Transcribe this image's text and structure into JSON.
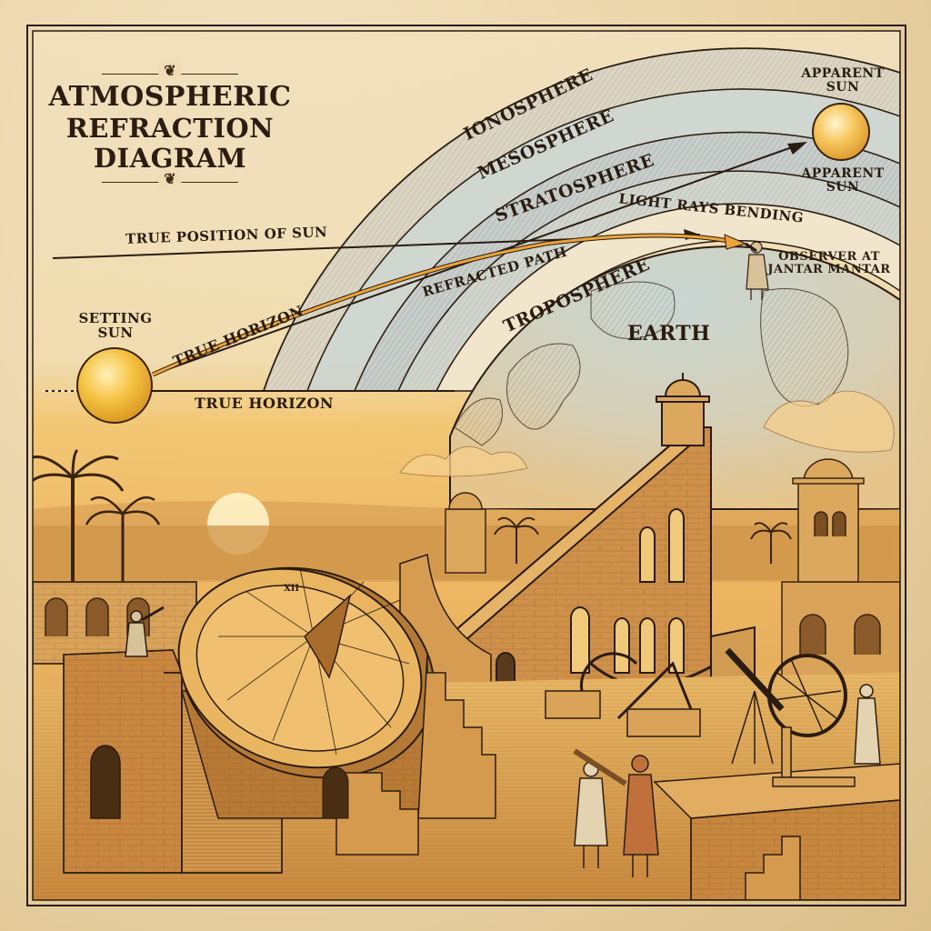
{
  "title": {
    "line1": "ATMOSPHERIC",
    "line2": "REFRACTION",
    "line3": "DIAGRAM"
  },
  "layers": {
    "ionosphere": "IONOSPHERE",
    "mesosphere": "MESOSPHERE",
    "stratosphere": "STRATOSPHERE",
    "troposphere": "TROPOSPHERE"
  },
  "labels": {
    "true_position_of_sun": "TRUE POSITION OF SUN",
    "light_rays_bending": "LIGHT RAYS BENDING",
    "refracted_path": "REFRACTED PATH",
    "true_horizon_diagonal": "TRUE HORIZON",
    "true_horizon_flat": "TRUE HORIZON",
    "setting_sun_line1": "SETTING",
    "setting_sun_line2": "SUN",
    "apparent_sun_top_line1": "APPARENT",
    "apparent_sun_top_line2": "SUN",
    "apparent_sun_bottom_line1": "APPARENT",
    "apparent_sun_bottom_line2": "SUN",
    "observer_line1": "OBSERVER AT",
    "observer_line2": "JANTAR MANTAR",
    "earth": "EARTH"
  },
  "sundial": {
    "top_numeral": "XII"
  },
  "colors": {
    "parchment": "#ecd9b0",
    "ink": "#2a1c10",
    "sun": "#f2b73a",
    "refracted_ray": "#e8a23a",
    "sky_band": "#c9d3d2",
    "sunset": "#f0b956",
    "stone": "#c98f43"
  }
}
